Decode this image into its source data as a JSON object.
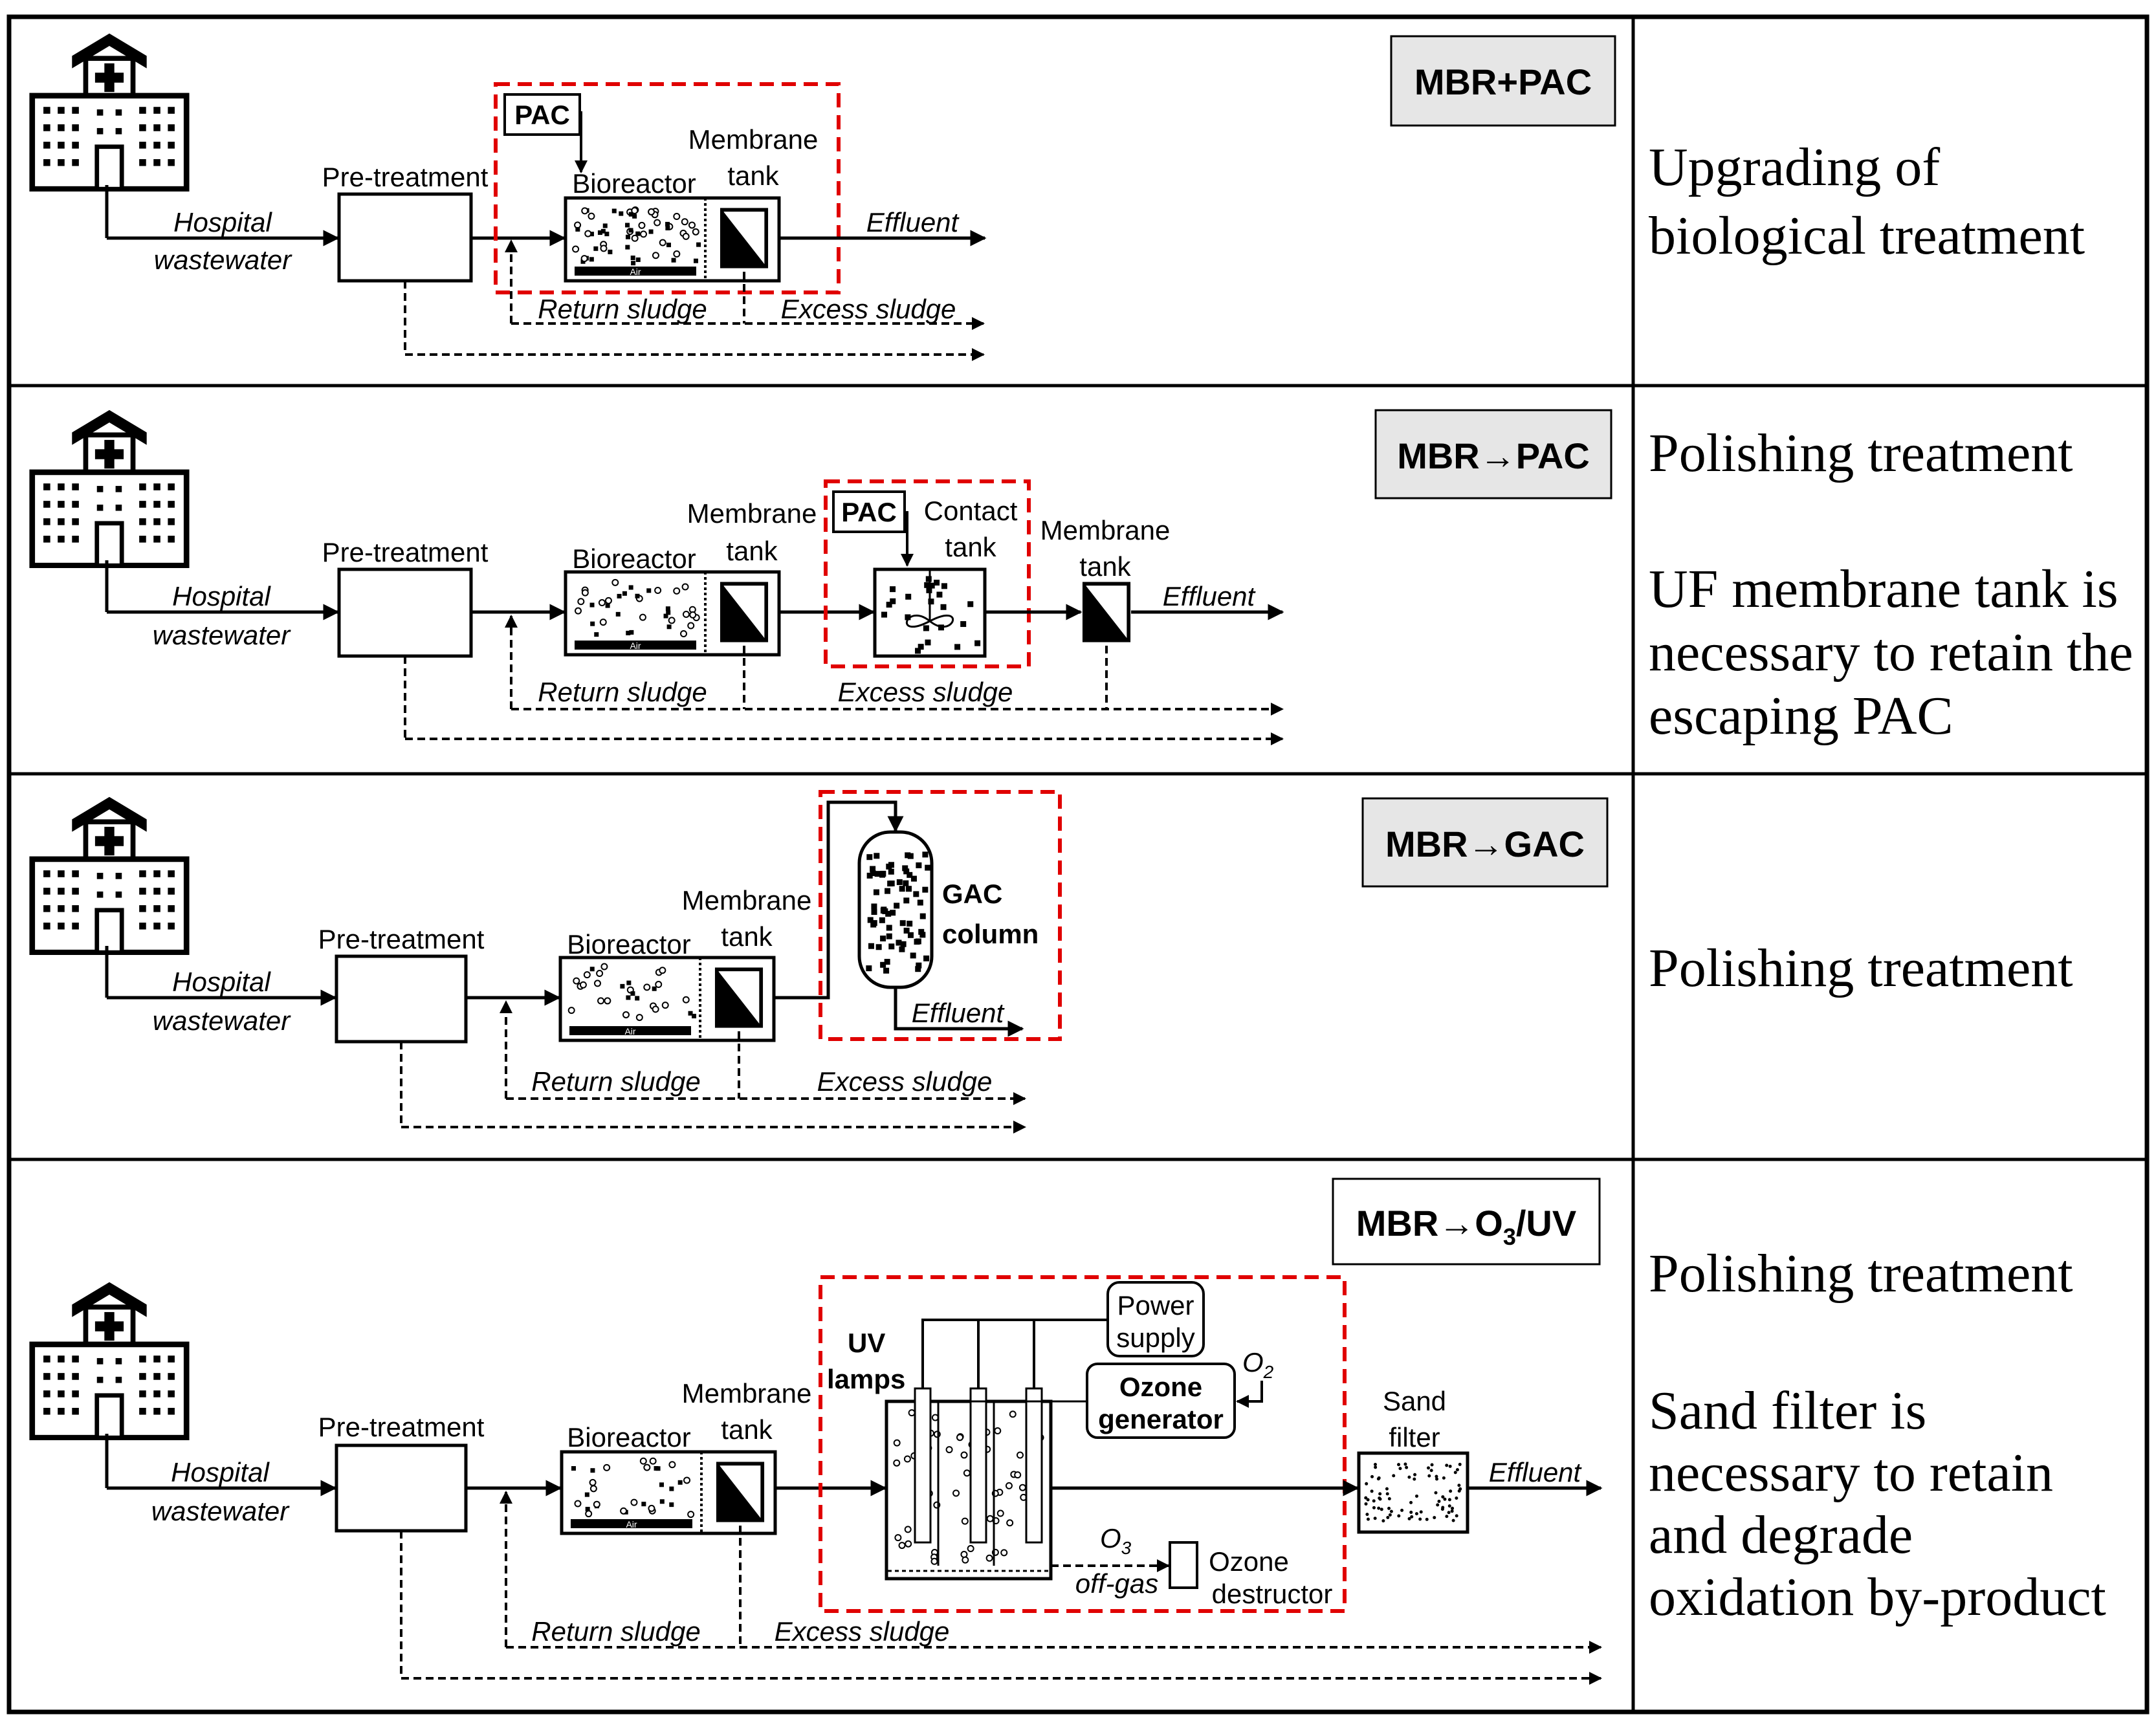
{
  "rows": [
    {
      "badge": "MBR+PAC",
      "description": [
        "Upgrading of",
        "biological treatment"
      ],
      "labels": {
        "hospital_1": "Hospital",
        "hospital_2": "wastewater",
        "pretreatment": "Pre-treatment",
        "bioreactor": "Bioreactor",
        "membrane_1": "Membrane",
        "membrane_2": "tank",
        "air": "Air",
        "pac": "PAC",
        "effluent": "Effluent",
        "return": "Return sludge",
        "excess": "Excess sludge"
      }
    },
    {
      "badge": "MBR→PAC",
      "description": [
        "Polishing treatment",
        "",
        "UF membrane tank is",
        "necessary to retain the",
        "escaping PAC"
      ],
      "labels": {
        "hospital_1": "Hospital",
        "hospital_2": "wastewater",
        "pretreatment": "Pre-treatment",
        "bioreactor": "Bioreactor",
        "membrane_1": "Membrane",
        "membrane_2": "tank",
        "air": "Air",
        "pac": "PAC",
        "contact_1": "Contact",
        "contact_2": "tank",
        "membrane2_1": "Membrane",
        "membrane2_2": "tank",
        "effluent": "Effluent",
        "return": "Return sludge",
        "excess": "Excess sludge"
      }
    },
    {
      "badge": "MBR→GAC",
      "description": [
        "Polishing treatment"
      ],
      "labels": {
        "hospital_1": "Hospital",
        "hospital_2": "wastewater",
        "pretreatment": "Pre-treatment",
        "bioreactor": "Bioreactor",
        "membrane_1": "Membrane",
        "membrane_2": "tank",
        "air": "Air",
        "gac_1": "GAC",
        "gac_2": "column",
        "effluent": "Effluent",
        "return": "Return sludge",
        "excess": "Excess sludge"
      }
    },
    {
      "badge_main": "MBR→O",
      "badge_sub": "3",
      "badge_tail": "/UV",
      "description": [
        "Polishing treatment",
        "",
        "Sand filter is",
        "necessary to retain",
        "and degrade",
        "oxidation by-product"
      ],
      "labels": {
        "hospital_1": "Hospital",
        "hospital_2": "wastewater",
        "pretreatment": "Pre-treatment",
        "bioreactor": "Bioreactor",
        "membrane_1": "Membrane",
        "membrane_2": "tank",
        "air": "Air",
        "uv_1": "UV",
        "uv_2": "lamps",
        "power_1": "Power",
        "power_2": "supply",
        "ozone_gen_1": "Ozone",
        "ozone_gen_2": "generator",
        "o2_main": "O",
        "o2_sub": "2",
        "o3_main": "O",
        "o3_sub": "3",
        "offgas": "off-gas",
        "destructor_1": "Ozone",
        "destructor_2": "destructor",
        "sand_1": "Sand",
        "sand_2": "filter",
        "effluent": "Effluent",
        "return": "Return sludge",
        "excess": "Excess sludge"
      }
    }
  ],
  "colors": {
    "highlight": "#e00000",
    "badge_bg": "#e6e6e6",
    "line": "#000000"
  }
}
